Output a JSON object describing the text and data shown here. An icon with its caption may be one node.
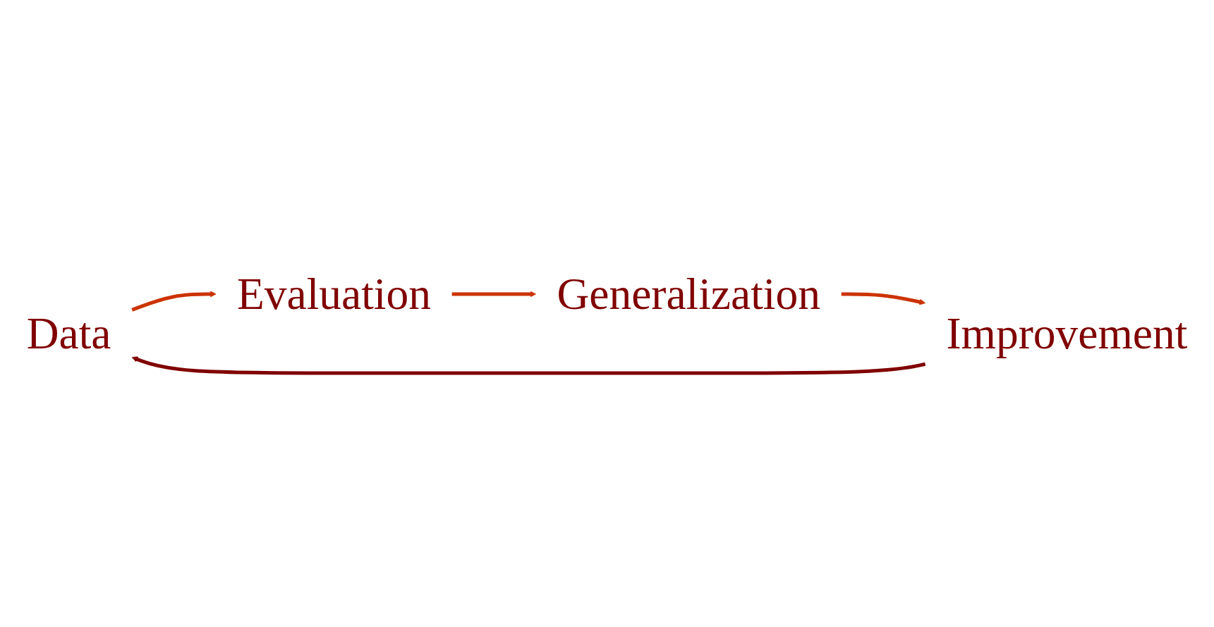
{
  "diagram": {
    "nodes": [
      {
        "text": [
          "Data"
        ]
      },
      {
        "text": [
          "Evaluation"
        ]
      },
      {
        "text": [
          "Generalization"
        ]
      },
      {
        "text": [
          "Improvement"
        ]
      }
    ],
    "edges": [
      {
        "from": 0,
        "to": 1,
        "arrow": "to"
      },
      {
        "from": 1,
        "to": 2,
        "arrow": "to"
      },
      {
        "from": 2,
        "to": 3,
        "arrow": "to"
      },
      {
        "from": 3,
        "to": 0,
        "arrow": "to",
        "color": "#800000"
      }
    ]
  }
}
